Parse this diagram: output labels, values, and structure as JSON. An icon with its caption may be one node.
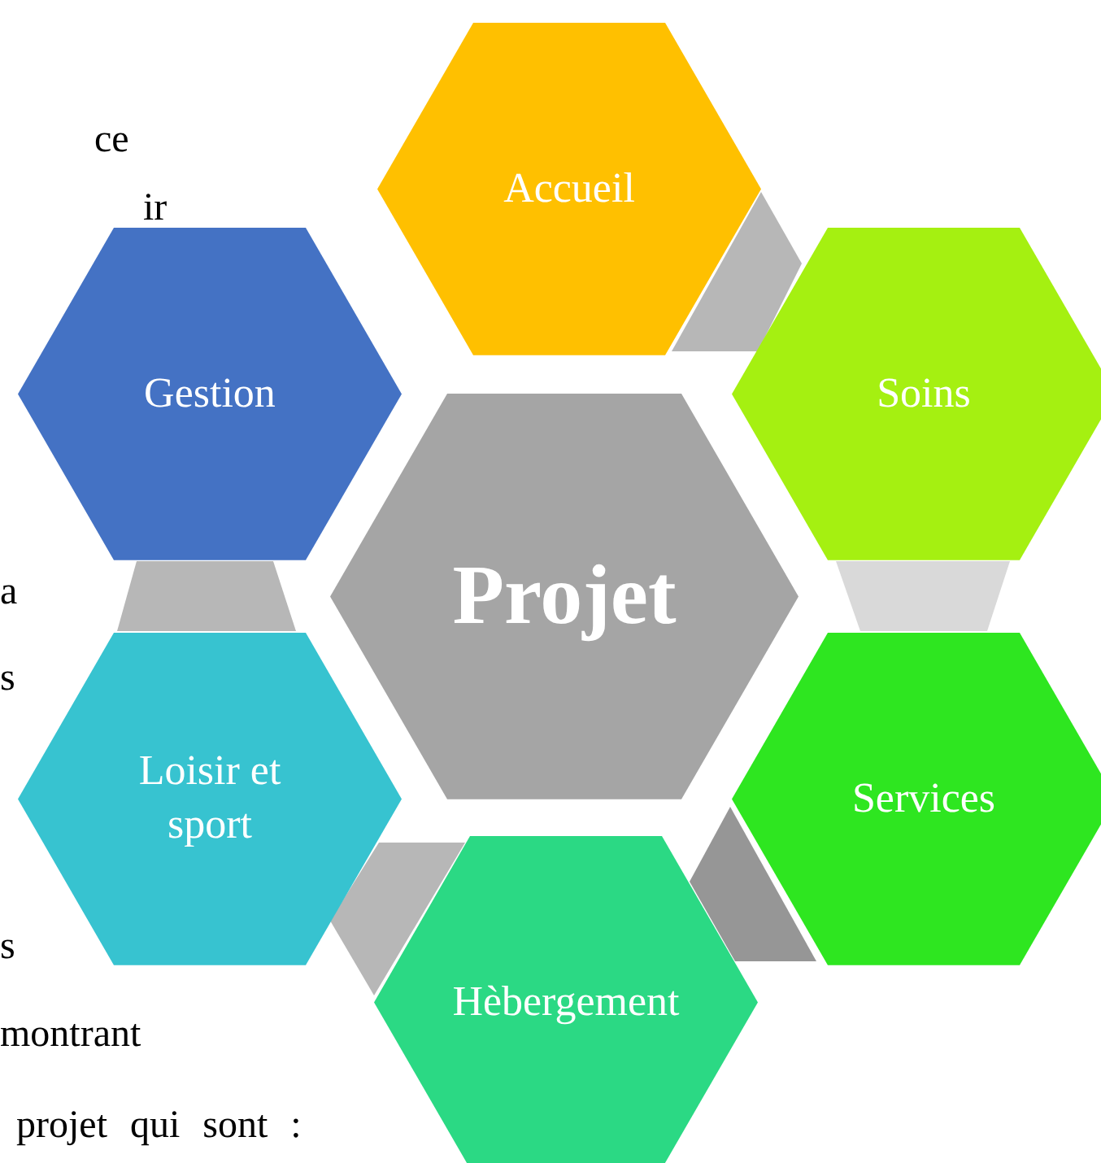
{
  "diagram": {
    "nodes": [
      {
        "text": [
          "Accueil"
        ]
      },
      {
        "text": [
          "Gestion"
        ]
      },
      {
        "text": [
          "Soins"
        ]
      },
      {
        "text": [
          "Projet"
        ]
      },
      {
        "text": [
          "Loisir et sport"
        ]
      },
      {
        "text": [
          "Services"
        ]
      },
      {
        "text": [
          "Hèbergement"
        ]
      },
      {
        "text": [],
        "shape": "trapezoid"
      },
      {
        "text": [],
        "shape": "trapezoid"
      },
      {
        "text": [],
        "shape": "trapezoid"
      },
      {
        "text": [],
        "shape": "trapezoid"
      },
      {
        "text": [],
        "shape": "trapezoid"
      }
    ],
    "labels": [
      "ce",
      "ir",
      "a",
      "s",
      "s",
      "montrant",
      "projet qui sont :"
    ]
  }
}
